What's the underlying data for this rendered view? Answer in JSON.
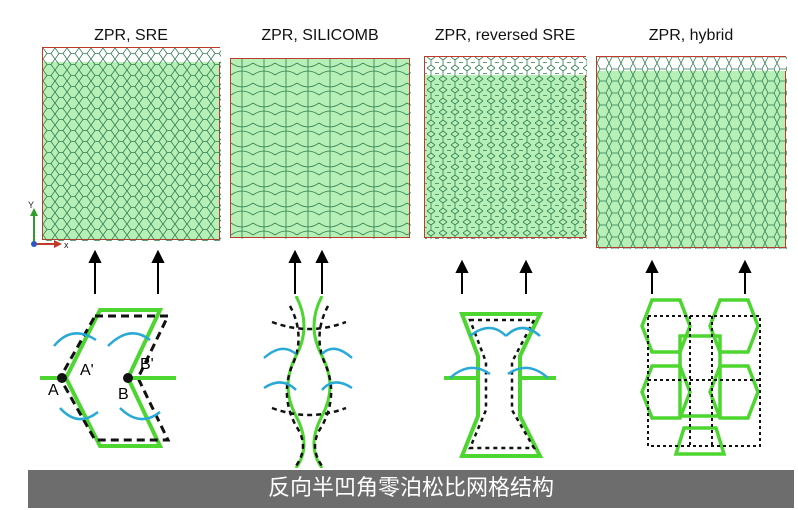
{
  "panels": [
    {
      "title": "ZPR, SRE"
    },
    {
      "title": "ZPR, SILICOMB"
    },
    {
      "title": "ZPR, reversed SRE"
    },
    {
      "title": "ZPR, hybrid"
    }
  ],
  "axes": {
    "y": "Y",
    "x": "x"
  },
  "labels": {
    "a": "A",
    "a_prime": "A'",
    "b": "B",
    "b_prime": "B'"
  },
  "caption": "反向半凹角零泊松比网格结构",
  "colors": {
    "panel_fill": "#b7f0b7",
    "panel_border": "#c0392b",
    "cell_green": "#4cd62f",
    "flow_blue": "#29a9d6",
    "caption_bg": "#6d6d6d"
  }
}
